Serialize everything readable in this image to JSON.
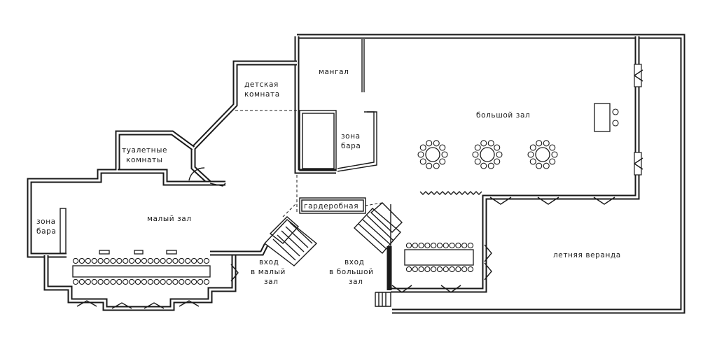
{
  "rooms": {
    "mangal": "мангал",
    "kids_line1": "детская",
    "kids_line2": "комната",
    "big_hall": "большой зал",
    "bar_big_line1": "зона",
    "bar_big_line2": "бара",
    "toilets_line1": "туалетные",
    "toilets_line2": "комнаты",
    "small_hall": "малый зал",
    "bar_small_line1": "зона",
    "bar_small_line2": "бара",
    "wardrobe": "гардеробная",
    "veranda": "летняя веранда"
  },
  "entrances": {
    "small_line1": "вход",
    "small_line2": "в малый",
    "small_line3": "зал",
    "big_line1": "вход",
    "big_line2": "в большой",
    "big_line3": "зал"
  },
  "colors": {
    "ink": "#1a1a1a",
    "background": "#ffffff"
  }
}
